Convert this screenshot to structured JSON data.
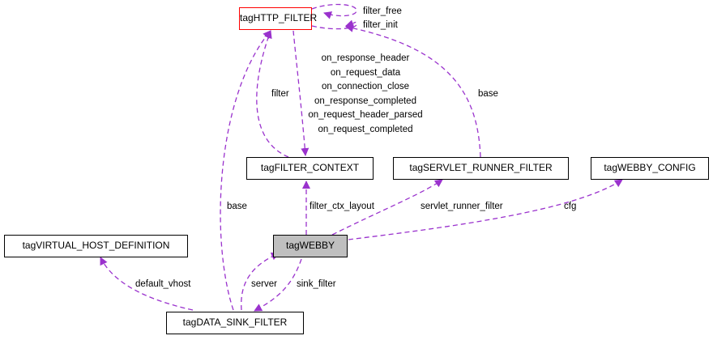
{
  "diagram": {
    "colors": {
      "edge": "#9a32cd",
      "node_border": "#000000",
      "highlight_border": "#ff0000",
      "current_fill": "#bfbfbf"
    },
    "nodes": {
      "http_filter": "tagHTTP_FILTER",
      "filter_context": "tagFILTER_CONTEXT",
      "servlet_runner_filter": "tagSERVLET_RUNNER_FILTER",
      "webby_config": "tagWEBBY_CONFIG",
      "virtual_host_definition": "tagVIRTUAL_HOST_DEFINITION",
      "webby": "tagWEBBY",
      "data_sink_filter": "tagDATA_SINK_FILTER"
    },
    "edge_labels": {
      "filter_free": "filter_free",
      "filter_init": "filter_init",
      "context_callbacks": [
        "on_response_header",
        "on_request_data",
        "on_connection_close",
        "on_response_completed",
        "on_request_header_parsed",
        "on_request_completed"
      ],
      "filter": "filter",
      "base_servlet": "base",
      "base_sink": "base",
      "filter_ctx_layout": "filter_ctx_layout",
      "servlet_runner_filter": "servlet_runner_filter",
      "cfg": "cfg",
      "default_vhost": "default_vhost",
      "server": "server",
      "sink_filter": "sink_filter"
    }
  }
}
